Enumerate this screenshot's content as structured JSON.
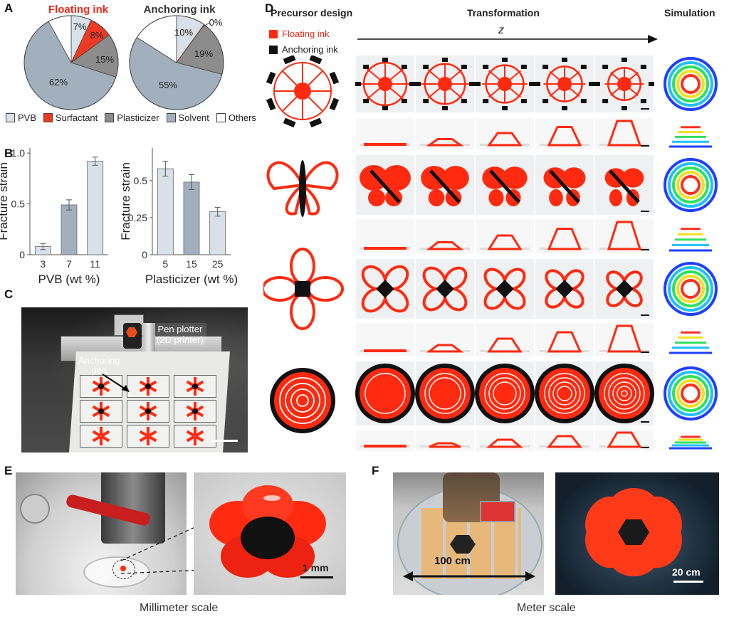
{
  "panels": {
    "a": "A",
    "b": "B",
    "c": "C",
    "d": "D",
    "e": "E",
    "f": "F"
  },
  "colors": {
    "pvb": "#d9e0e7",
    "surfactant": "#ee3a23",
    "plasticizer": "#8c8c8c",
    "solvent": "#a2b0bd",
    "others": "#ffffff",
    "ink_red": "#ff2a10",
    "ink_black": "#111111"
  },
  "legend": [
    {
      "label": "PVB",
      "color": "#d9e0e7"
    },
    {
      "label": "Surfactant",
      "color": "#ee3a23"
    },
    {
      "label": "Plasticizer",
      "color": "#8c8c8c"
    },
    {
      "label": "Solvent",
      "color": "#a2b0bd"
    },
    {
      "label": "Others",
      "color": "#ffffff"
    }
  ],
  "chart_data": [
    {
      "type": "pie",
      "title": "Floating ink",
      "labels": [
        "PVB",
        "Surfactant",
        "Plasticizer",
        "Solvent",
        "Others"
      ],
      "values": [
        7,
        8,
        15,
        62,
        8
      ],
      "value_labels": [
        "7%",
        "8%",
        "15%",
        "62%",
        ""
      ]
    },
    {
      "type": "pie",
      "title": "Anchoring ink",
      "labels": [
        "PVB",
        "Surfactant",
        "Plasticizer",
        "Solvent",
        "Others"
      ],
      "values": [
        10,
        0,
        19,
        55,
        16
      ],
      "value_labels": [
        "10%",
        "0%",
        "19%",
        "55%",
        ""
      ]
    },
    {
      "type": "bar",
      "categories": [
        "3",
        "7",
        "11"
      ],
      "values": [
        0.08,
        0.49,
        0.92
      ],
      "errors": [
        0.03,
        0.05,
        0.04
      ],
      "xlabel": "PVB (wt %)",
      "ylabel": "Fracture strain",
      "ylim": [
        0,
        1.05
      ],
      "yticks": [
        "0",
        "0.5",
        "1.0"
      ],
      "bar_colors": [
        "#d9e0e7",
        "#a2b0bd",
        "#d9e0e7"
      ]
    },
    {
      "type": "bar",
      "categories": [
        "5",
        "15",
        "25"
      ],
      "values": [
        0.58,
        0.49,
        0.29
      ],
      "errors": [
        0.05,
        0.05,
        0.03
      ],
      "xlabel": "Plasticizer (wt %)",
      "ylabel": "Fracture strain",
      "ylim": [
        0,
        0.72
      ],
      "yticks": [
        "0",
        "0.25",
        "0.5"
      ],
      "bar_colors": [
        "#d9e0e7",
        "#a2b0bd",
        "#d9e0e7"
      ]
    }
  ],
  "panel_c": {
    "pen_plotter": "Pen plotter",
    "printer": "(2D printer)",
    "anchoring": "Anchoring",
    "pen": "pen"
  },
  "panel_d": {
    "precursor": "Precursor design",
    "transformation": "Transformation",
    "simulation": "Simulation",
    "z": "z",
    "floating": "Floating ink",
    "anchoring": "Anchoring ink"
  },
  "panel_e": {
    "scale": "1 mm",
    "caption": "Millimeter scale"
  },
  "panel_f": {
    "length": "100 cm",
    "scale": "20 cm",
    "caption": "Meter scale"
  }
}
